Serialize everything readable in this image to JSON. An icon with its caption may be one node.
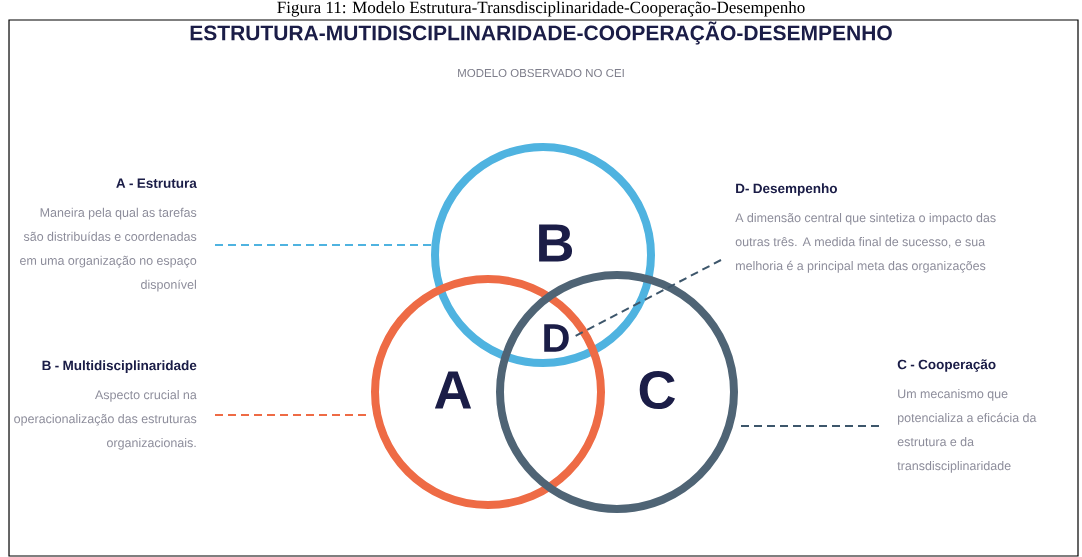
{
  "diagram": {
    "title": "ESTRUTURA-MUTIDISCIPLINARIDADE-COOPERAÇÃO-DESEMPENHO",
    "caption": "Figura 11: Modelo Estrutura-Transdisciplinaridade-Cooperação-Desempenho",
    "nodes": [
      {
        "text": [
          "A - Estrutura",
          "Maneira pela qual as tarefas são distribuídas e coordenadas em uma organização no espaço disponível"
        ]
      },
      {
        "text": [
          "D- Desempenho",
          "A dimensão central que sintetiza o impacto das outras três. A medida final de sucesso, e sua melhoria é a principal meta das organizações"
        ]
      },
      {
        "text": [
          "B"
        ]
      },
      {
        "text": [
          "D"
        ]
      },
      {
        "text": [
          "B - Multidisciplinaridade",
          "Aspecto crucial na operacionalização das estruturas organizacionais."
        ]
      },
      {
        "text": [
          "A"
        ]
      },
      {
        "text": [
          "C"
        ]
      },
      {
        "text": [
          "C - Cooperação",
          "Um mecanismo que potencializa a eficácia da estrutura e da transdisciplinaridade"
        ]
      }
    ],
    "edges": [
      {
        "from": 0,
        "to": 2,
        "arrow": "none",
        "style": "dashed",
        "color": "#4fb3e0"
      },
      {
        "from": 1,
        "to": 3,
        "arrow": "none",
        "style": "dashed",
        "color": "#3d566b"
      },
      {
        "from": 4,
        "to": 5,
        "arrow": "none",
        "style": "dashed",
        "color": "#ee6b45"
      },
      {
        "from": 7,
        "to": 6,
        "arrow": "none",
        "style": "dashed",
        "color": "#3d566b"
      }
    ],
    "labels": [
      "MODELO OBSERVADO NO CEI"
    ]
  }
}
